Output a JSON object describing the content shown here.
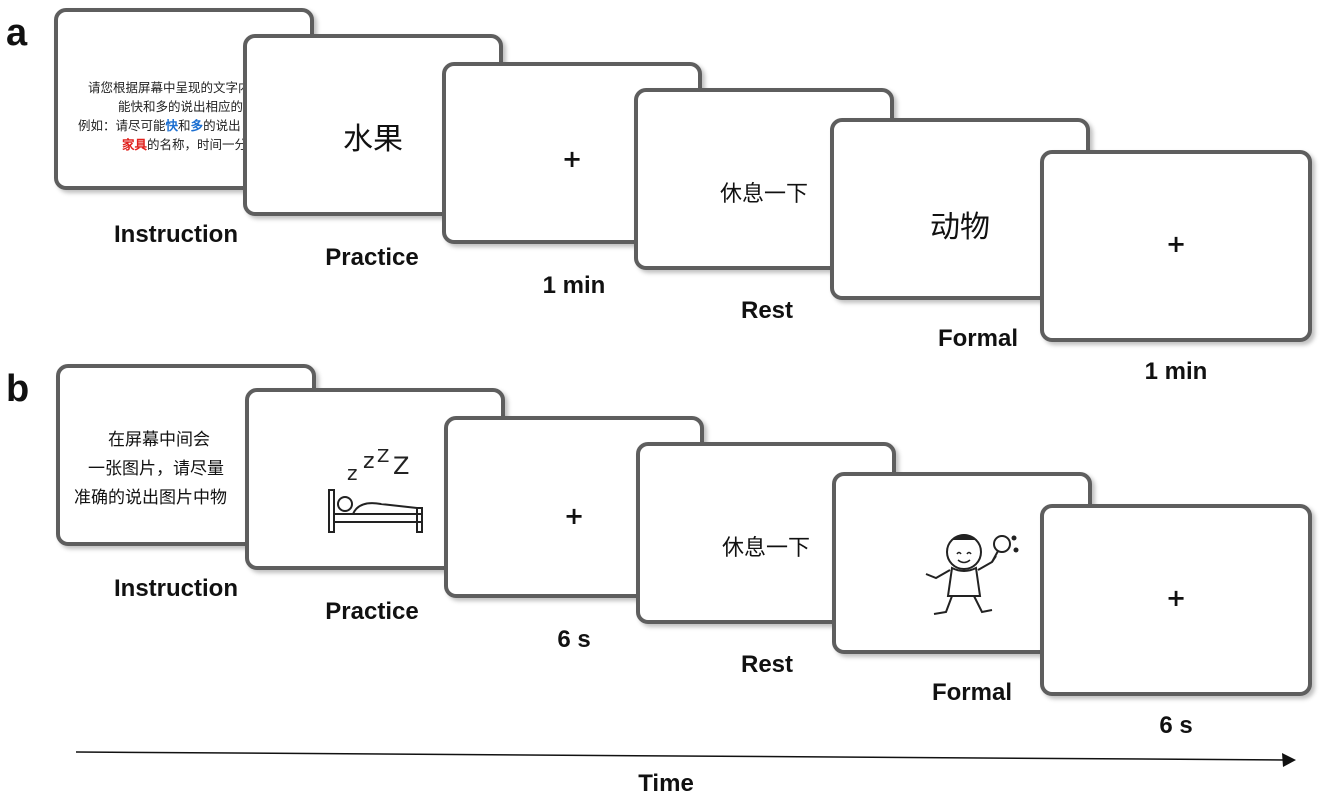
{
  "panels": {
    "a": {
      "letter": "a",
      "instruction": {
        "line1": "请您根据屏幕中呈现的文字内",
        "line2": "能快和多的说出相应的",
        "line3_prefix": "例如：请尽可能",
        "line3_fast": "快",
        "line3_mid": "和",
        "line3_many": "多",
        "line3_suffix": "的说出",
        "line4_red": "家具",
        "line4_suffix": "的名称，时间一分",
        "label": "Instruction"
      },
      "practice": {
        "text": "水果",
        "label": "Practice"
      },
      "fixation1": {
        "symbol": "+",
        "label": "1 min"
      },
      "rest": {
        "text": "休息一下",
        "label": "Rest"
      },
      "formal": {
        "text": "动物",
        "label": "Formal"
      },
      "fixation2": {
        "symbol": "+",
        "label": "1 min"
      }
    },
    "b": {
      "letter": "b",
      "instruction": {
        "line1": "在屏幕中间会",
        "line2": "一张图片，请尽量",
        "line3": "准确的说出图片中物",
        "label": "Instruction"
      },
      "practice": {
        "icon": "sleeping-in-bed-icon",
        "label": "Practice"
      },
      "fixation1": {
        "symbol": "+",
        "label": "6 s"
      },
      "rest": {
        "text": "休息一下",
        "label": "Rest"
      },
      "formal": {
        "icon": "child-holding-rattle-icon",
        "label": "Formal"
      },
      "fixation2": {
        "symbol": "+",
        "label": "6 s"
      }
    }
  },
  "time_axis": {
    "label": "Time"
  },
  "colors": {
    "card_border": "#5e5e5e",
    "highlight_blue": "#1c6fd1",
    "highlight_red": "#e0201c"
  }
}
